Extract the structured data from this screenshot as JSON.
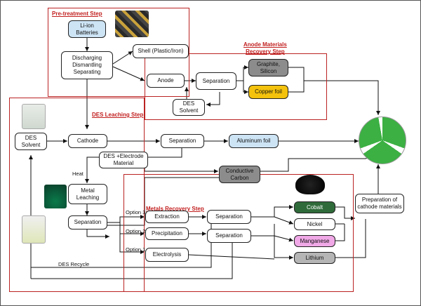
{
  "regions": {
    "pretreatment": "Pre-treatment Step",
    "anode": "Anode Materials\nRecovery Step",
    "des_leaching": "DES Leaching Step",
    "metals": "Metals Recovery Step"
  },
  "nodes": {
    "li_ion": "Li-ion\nBatteries",
    "discharging": "Discharging\nDismantling\nSeparating",
    "shell": "Shell (Plastic/Iron)",
    "anode": "Anode",
    "anode_separation": "Separation",
    "graphite": "Graphite,\nSilicon",
    "copper": "Copper foil",
    "des_solvent_anode": "DES\nSolvent",
    "des_solvent_left": "DES\nSolvent",
    "cathode": "Cathode",
    "cathode_separation": "Separation",
    "aluminum": "Aluminum foil",
    "des_electrode": "DES +Electrode\nMaterial",
    "conductive_carbon": "Conductive\nCarbon",
    "metal_leaching": "Metal\nLeaching",
    "leach_separation": "Separation",
    "extraction": "Extraction",
    "precipitation": "Precipitation",
    "electrolysis": "Electrolysis",
    "sep_extraction": "Separation",
    "sep_precip": "Separation",
    "cobalt": "Cobalt",
    "nickel": "Nickel",
    "manganese": "Manganese",
    "lithium": "Lithium",
    "prep_cathode": "Preparation of\ncathode materials"
  },
  "labels": {
    "heat": "Heat",
    "option3": "Option 3",
    "option2": "Option 2",
    "option1": "Option 1",
    "des_recycle": "DES Recycle"
  },
  "colors": {
    "region_border": "#b22222",
    "graphite": "#8c8c8c",
    "copper": "#f4c20d",
    "aluminum": "#cde4f5",
    "li_ion": "#cde4f5",
    "conductive_carbon": "#8c8c8c",
    "cobalt": "#2f6b3a",
    "manganese": "#f0a8e6",
    "lithium": "#b5b5b5"
  }
}
